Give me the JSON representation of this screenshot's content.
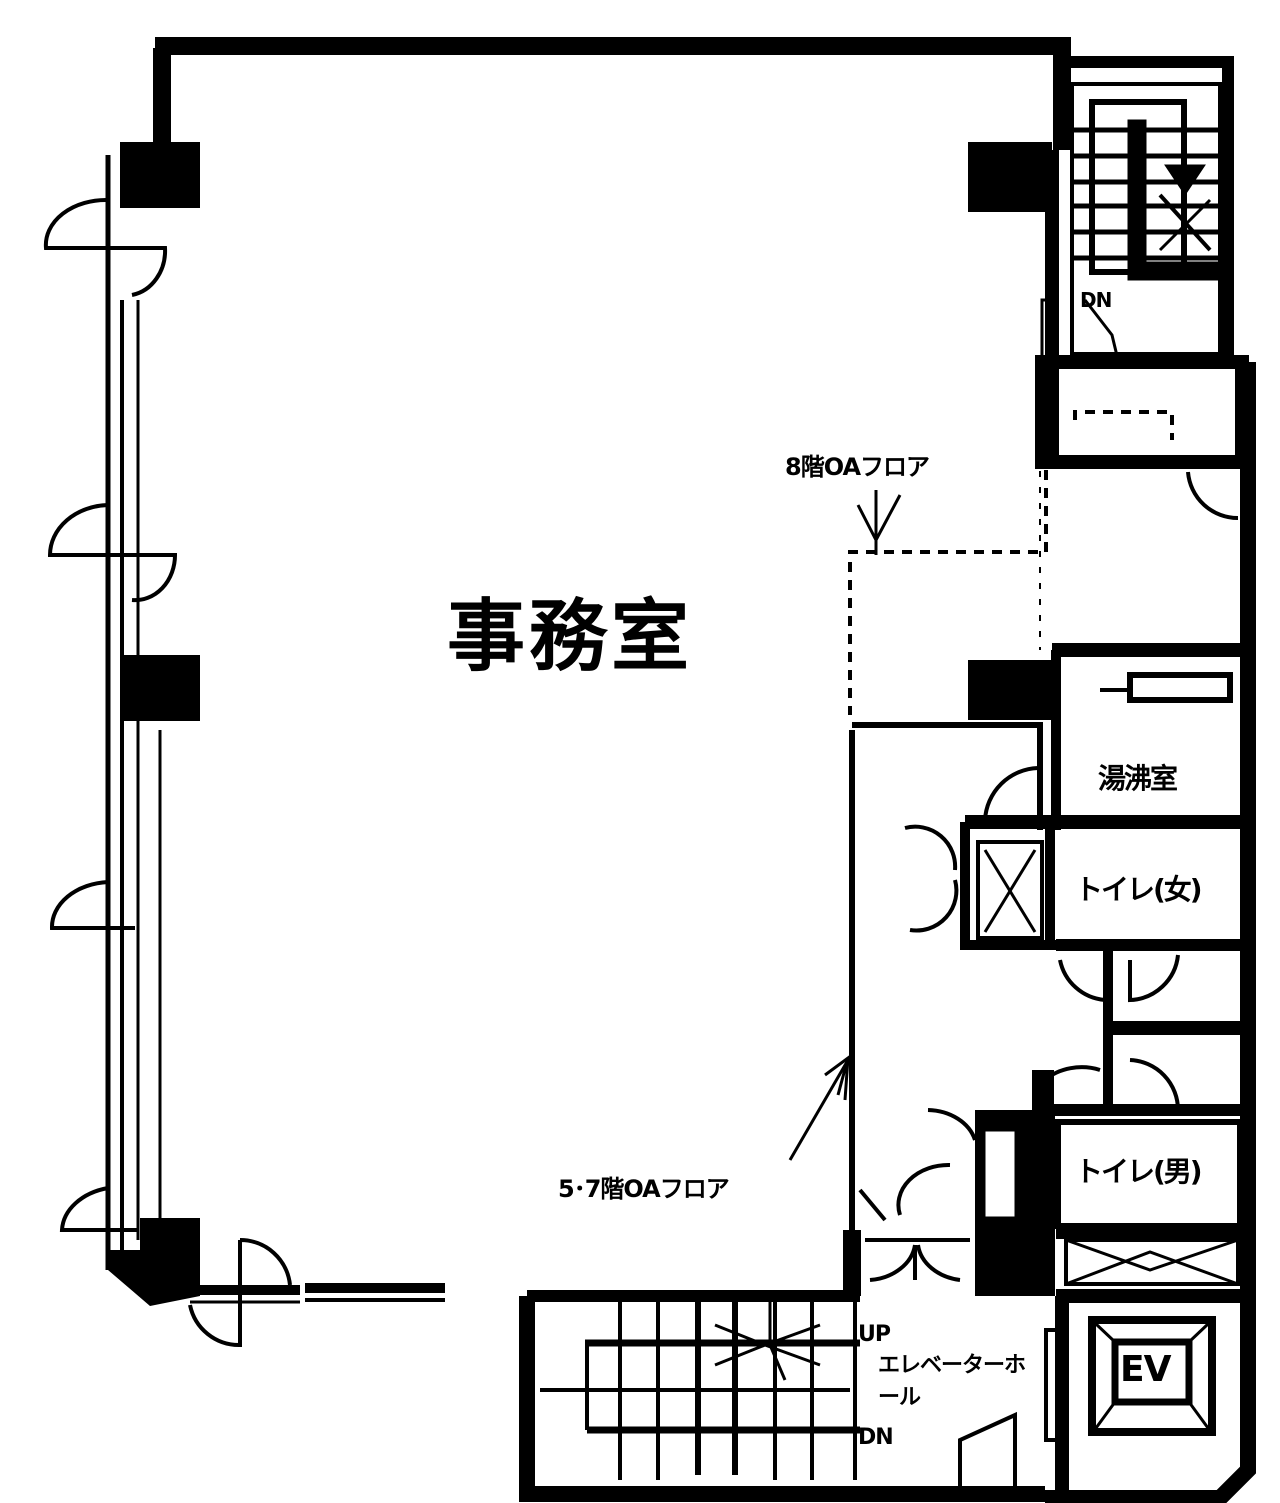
{
  "floorplan": {
    "rooms": {
      "office": "事務室",
      "kitchenette": "湯沸室",
      "toilet_women": "トイレ(女)",
      "toilet_men": "トイレ(男)",
      "elevator_hall": "エレベーターホール",
      "elevator": "EV"
    },
    "annotations": {
      "oa_floor_8f": "8階OAフロア",
      "oa_floor_5_7f": "5･7階OAフロア",
      "stair_up": "UP",
      "stair_down": "DN",
      "stair_top_down": "DN"
    },
    "colors": {
      "wall": "#000000",
      "background": "#ffffff",
      "dashed_line": "#000000"
    }
  }
}
